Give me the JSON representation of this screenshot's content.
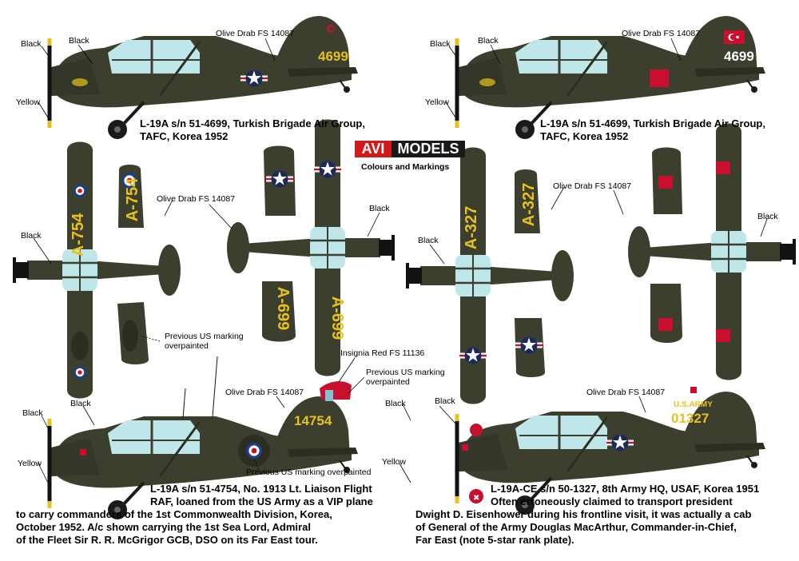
{
  "brand": {
    "logo_avi": "AVI",
    "logo_models": "MODELS",
    "subtitle": "Colours and Markings"
  },
  "labels": {
    "black": "Black",
    "yellow": "Yellow",
    "olive_drab": "Olive Drab FS 14087",
    "insignia_red": "Insignia Red FS 11136",
    "prev_marking_overpainted": "Previous US marking overpainted",
    "prev_marking_line1": "Previous US marking",
    "prev_marking_line2": "overpainted"
  },
  "serials": {
    "tr_4699": "4699",
    "a754": "A-754",
    "a699": "A-699",
    "a327": "A-327",
    "raf_14754": "14754",
    "us_army": "U.S.ARMY",
    "us_01327": "01327"
  },
  "captions": {
    "top_left": [
      "L-19A s/n 51-4699, Turkish Brigade Air Group,",
      "TAFC, Korea 1952"
    ],
    "top_right": [
      "L-19A s/n 51-4699, Turkish Brigade Air Group,",
      "TAFC, Korea 1952"
    ],
    "bottom_left": [
      "L-19A s/n 51-4754, No. 1913 Lt. Liaison Flight",
      "RAF, loaned from the US Army as a VIP plane",
      "to carry commanders of the 1st Commonwealth Division,  Korea,",
      "October 1952. A/c shown carrying the 1st Sea Lord,  Admiral",
      "of the Fleet Sir R. R. McGrigor GCB,  DSO on its Far East tour."
    ],
    "bottom_right": [
      "L-19A-CE s/n 50-1327, 8th Army HQ, USAF, Korea 1951",
      "Often erroneously claimed to transport president",
      "Dwight D. Eisenhower during his frontline visit, it was actually a cab",
      "of General of the Army Douglas MacArthur, Commander-in-Chief,",
      "Far East (note 5-star rank plate)."
    ]
  },
  "colors": {
    "olive_drab": "#3d3f2e",
    "olive_dark": "#2c2e22",
    "canopy": "#bfe6e8",
    "yellow_marking": "#e6c21a",
    "insignia_red": "#c8102e",
    "usaf_blue": "#1c2a5a",
    "raf_blue": "#1d3f8a"
  },
  "icons": [
    "us-star-roundel-icon",
    "raf-roundel-icon",
    "turkish-flag-icon",
    "red-square-insignia-icon",
    "five-star-plate-icon"
  ]
}
